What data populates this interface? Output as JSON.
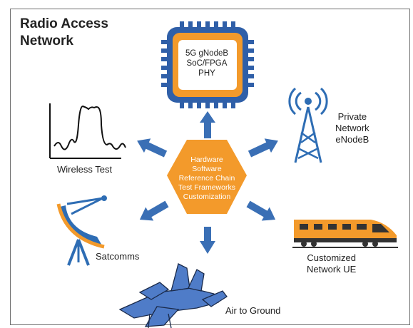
{
  "title": {
    "line1": "Radio Access",
    "line2": "Network"
  },
  "center": {
    "lines": [
      "Hardware",
      "Software",
      "Reference Chain",
      "Test Frameworks",
      "Customization"
    ]
  },
  "chip": {
    "lines": [
      "5G gNodeB",
      "SoC/FPGA",
      "PHY"
    ]
  },
  "nodes": {
    "private_network": [
      "Private",
      "Network",
      "eNodeB"
    ],
    "wireless_test": "Wireless Test",
    "satcomms": "Satcomms",
    "customized_ue": [
      "Customized",
      "Network UE"
    ],
    "air_to_ground": "Air to Ground"
  },
  "colors": {
    "accent_orange": "#F39A2B",
    "arrow_blue": "#3A6FB5",
    "icon_blue": "#2E6DB4",
    "chip_blue": "#2F5FA8"
  }
}
